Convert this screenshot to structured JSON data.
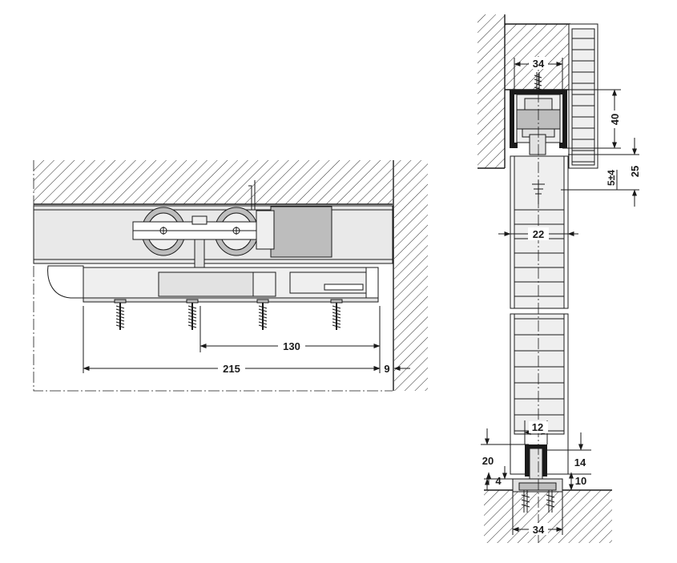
{
  "side_view": {
    "dimensions": {
      "screw_spacing": "130",
      "overall_length": "215",
      "wall_gap": "9"
    }
  },
  "section_view": {
    "dimensions": {
      "track_width": "34",
      "track_height": "40",
      "adjust_range": "5±4",
      "hanger_height": "25",
      "door_thickness": "22",
      "groove_width": "12",
      "groove_depth": "20",
      "guide_height": "14",
      "floor_gap_left": "4",
      "floor_gap_right": "10",
      "guide_width": "34"
    }
  }
}
